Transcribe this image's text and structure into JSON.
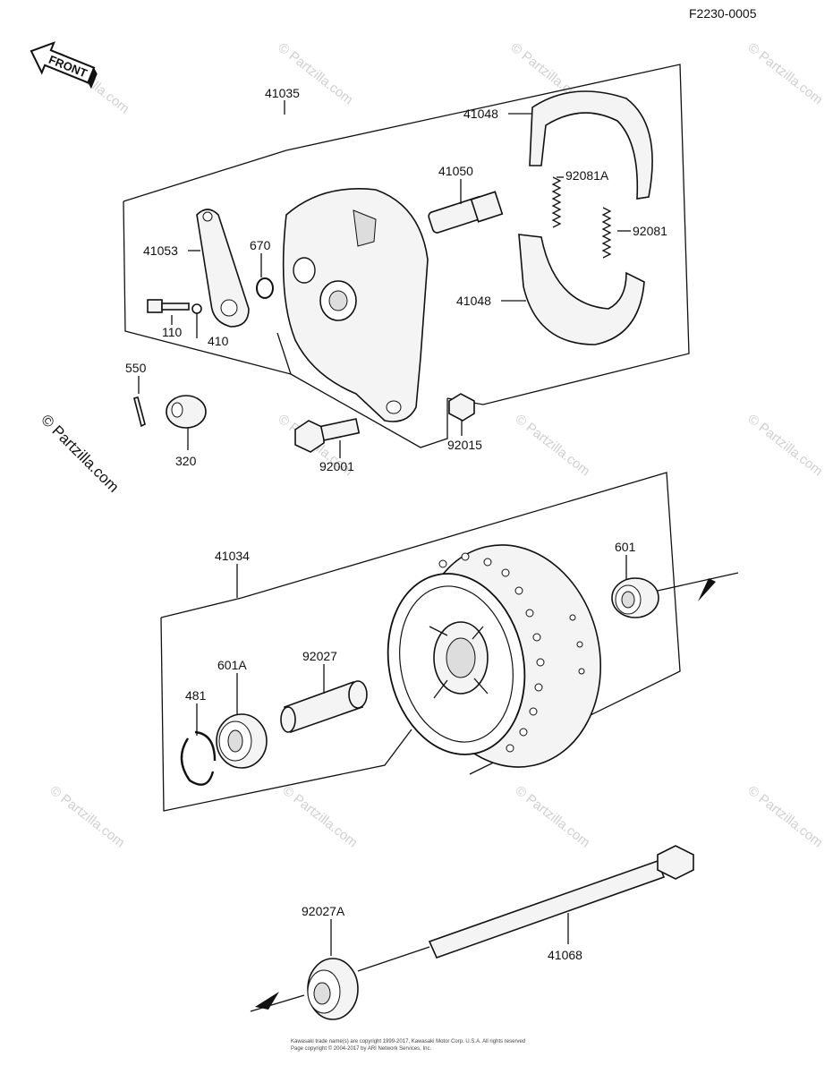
{
  "figure_id": "F2230-0005",
  "front_label": "FRONT",
  "watermark": "© Partzilla.com",
  "copyright_line1": "Kawasaki trade name(s) are copyright 1999-2017, Kawasaki Motor Corp. U.S.A. All rights reserved",
  "copyright_line2": "Page copyright © 2004-2017 by ARI Network Services, Inc.",
  "labels": {
    "p41035": "41035",
    "p41048a": "41048",
    "p41048b": "41048",
    "p41050": "41050",
    "p92081A": "92081A",
    "p92081": "92081",
    "p41053": "41053",
    "p670": "670",
    "p110": "110",
    "p410": "410",
    "p550": "550",
    "p320": "320",
    "p92001": "92001",
    "p92015": "92015",
    "p41034": "41034",
    "p601": "601",
    "p601A": "601A",
    "p92027": "92027",
    "p481": "481",
    "p92027A": "92027A",
    "p41068": "41068"
  }
}
